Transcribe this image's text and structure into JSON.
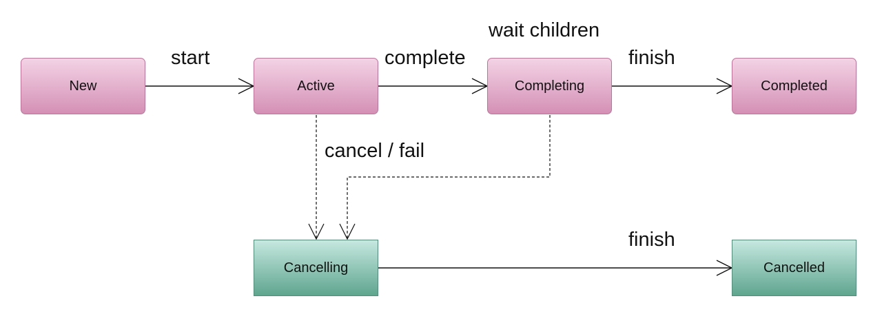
{
  "states": {
    "new": "New",
    "active": "Active",
    "completing": "Completing",
    "completed": "Completed",
    "cancelling": "Cancelling",
    "cancelled": "Cancelled"
  },
  "transitions": {
    "start": "start",
    "complete": "complete",
    "wait_children": "wait children",
    "finish_top": "finish",
    "cancel_fail": "cancel / fail",
    "finish_bottom": "finish"
  },
  "colors": {
    "active_state_border": "#c46f9a",
    "active_state_fill_top": "#f3d3e5",
    "active_state_fill_bottom": "#d490b5",
    "cancel_state_border": "#4e8f79",
    "cancel_state_fill_top": "#c6e8e0",
    "cancel_state_fill_bottom": "#5fa58e"
  }
}
